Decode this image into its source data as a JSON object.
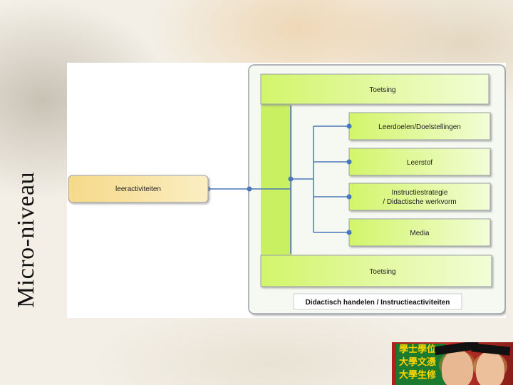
{
  "slide": {
    "side_title": "Micro-niveau"
  },
  "diagram": {
    "activity_box": "leeractiviteiten",
    "top_box": "Toetsing",
    "inner_boxes": [
      {
        "label_lines": [
          "Leerdoelen/Doelstellingen"
        ]
      },
      {
        "label_lines": [
          "Leerstof"
        ]
      },
      {
        "label_lines": [
          "Instructiestrategie",
          "/ Didactische werkvorm"
        ]
      },
      {
        "label_lines": [
          "Media"
        ]
      }
    ],
    "bottom_box": "Toetsing",
    "container_label": "Didactisch handelen / Instructieactiviteiten",
    "colors": {
      "lime": "#c8f060",
      "lime_light": "#e4fbb0",
      "activity": "#f7dc8c",
      "connector": "#4a78b8",
      "border": "#9aa0a8"
    }
  },
  "photo": {
    "sign_text_lines": [
      "學士學位",
      "大學文憑",
      "大學生修"
    ]
  }
}
